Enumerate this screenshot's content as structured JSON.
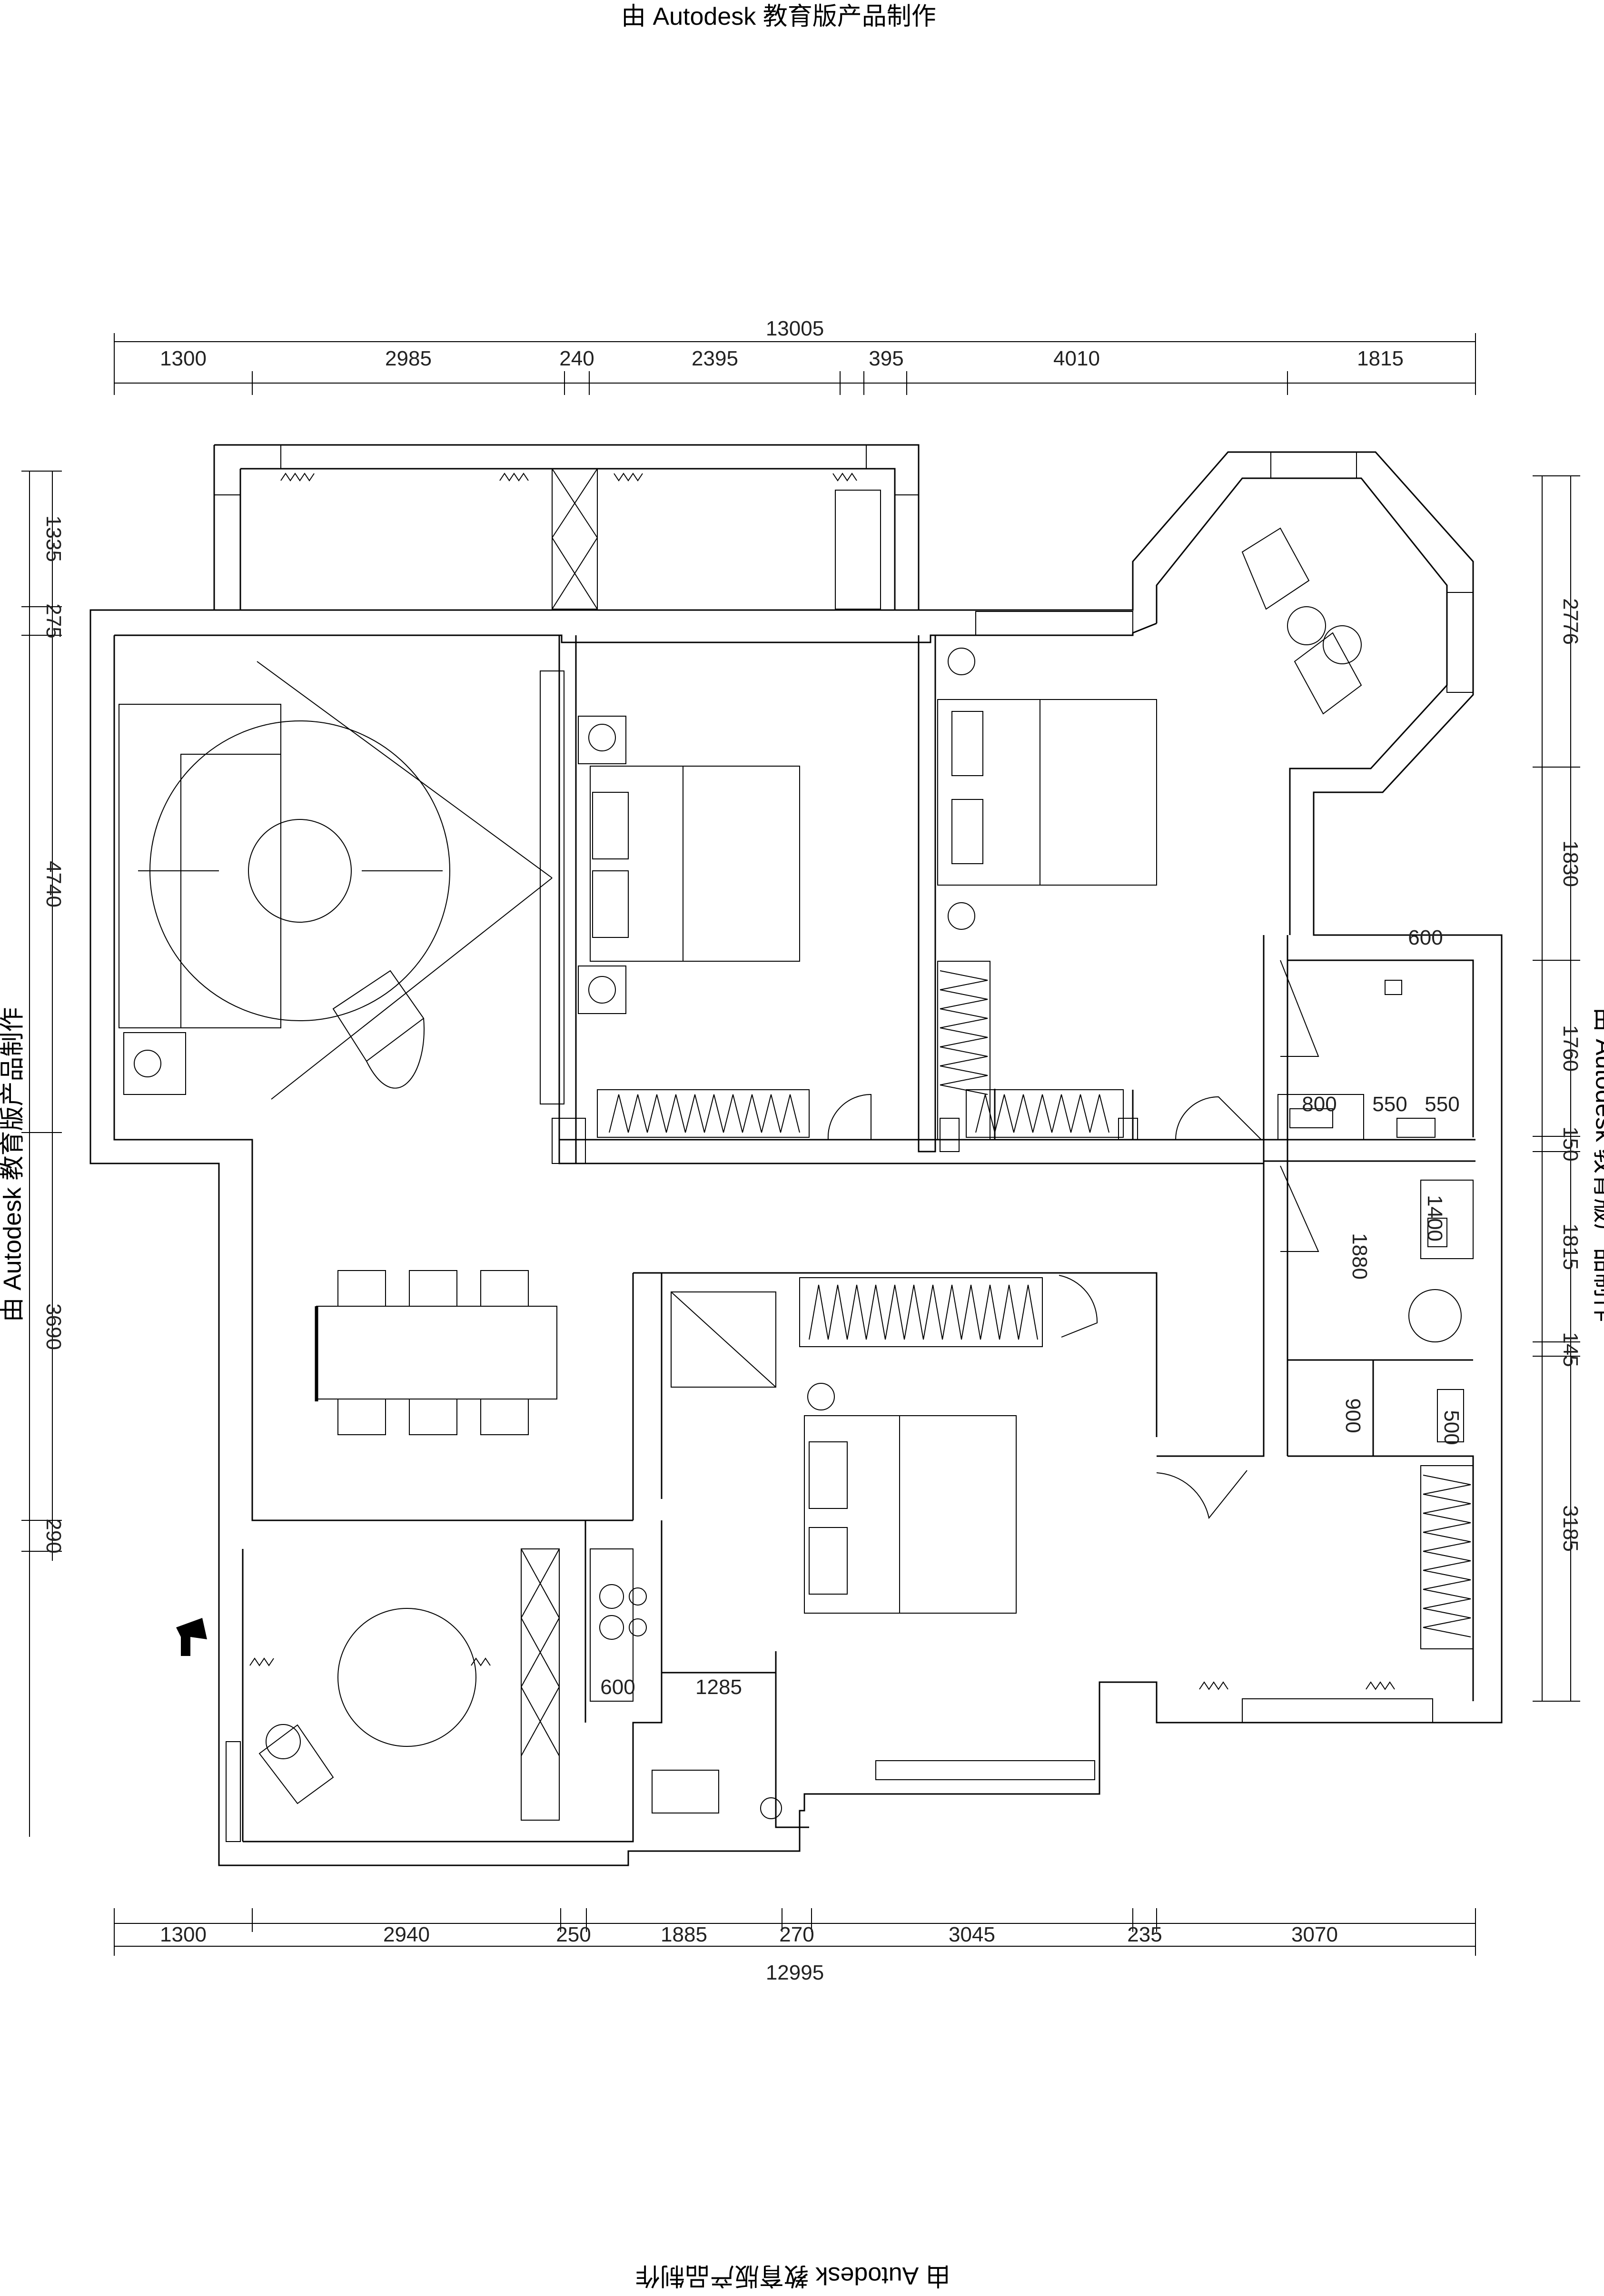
{
  "watermarks": {
    "top": "由 Autodesk 教育版产品制作",
    "bottom": "由 Autodesk 教育版产品制作",
    "left": "由 Autodesk 教育版产品制作",
    "right": "由 Autodesk 教育版产品制作"
  },
  "dimensions": {
    "top_total": "13005",
    "top": [
      "1300",
      "2985",
      "240",
      "2395",
      "395",
      "4010",
      "1815"
    ],
    "bottom_total": "12995",
    "bottom": [
      "1300",
      "2940",
      "250",
      "1885",
      "270",
      "3045",
      "235",
      "3070"
    ],
    "left": [
      "1335",
      "275",
      "4740",
      "3690",
      "290"
    ],
    "right": [
      "2776",
      "1830",
      "1760",
      "150",
      "1815",
      "145",
      "3185"
    ]
  },
  "interior_labels": [
    "600",
    "800",
    "550",
    "550",
    "1400",
    "1880",
    "900",
    "500",
    "600",
    "1285"
  ]
}
